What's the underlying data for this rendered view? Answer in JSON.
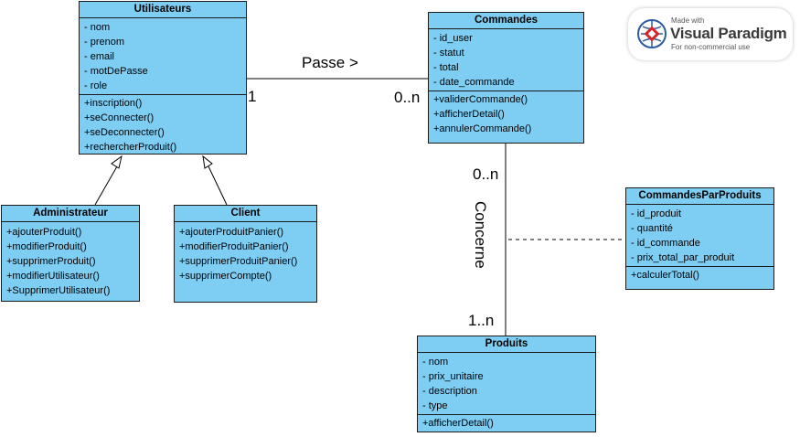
{
  "classes": {
    "utilisateurs": {
      "name": "Utilisateurs",
      "attributes": [
        "- nom",
        "- prenom",
        "- email",
        "- motDePasse",
        "- role"
      ],
      "operations": [
        "+inscription()",
        "+seConnecter()",
        "+seDeconnecter()",
        "+rechercherProduit()"
      ]
    },
    "commandes": {
      "name": "Commandes",
      "attributes": [
        "- id_user",
        "- statut",
        "- total",
        "- date_commande"
      ],
      "operations": [
        "+validerCommande()",
        "+afficherDetail()",
        "+annulerCommande()"
      ]
    },
    "administrateur": {
      "name": "Administrateur",
      "operations": [
        "+ajouterProduit()",
        "+modifierProduit()",
        "+supprimerProduit()",
        "+modifierUtilisateur()",
        "+SupprimerUtilisateur()"
      ]
    },
    "client": {
      "name": "Client",
      "operations": [
        "+ajouterProduitPanier()",
        "+modifierProduitPanier()",
        "+supprimerProduitPanier()",
        "+supprimerCompte()"
      ]
    },
    "commandesParProduits": {
      "name": "CommandesParProduits",
      "attributes": [
        "- id_produit",
        "- quantité",
        "- id_commande",
        "- prix_total_par_produit"
      ],
      "operations": [
        "+calculerTotal()"
      ]
    },
    "produits": {
      "name": "Produits",
      "attributes": [
        "- nom",
        "- prix_unitaire",
        "- description",
        "- type"
      ],
      "operations": [
        "+afficherDetail()"
      ]
    }
  },
  "associations": {
    "passe": {
      "label": "Passe >",
      "mult_from": "1",
      "mult_to": "0..n"
    },
    "concerne": {
      "label": "Concerne",
      "mult_from": "0..n",
      "mult_to": "1..n"
    }
  },
  "watermark": {
    "made_with": "Made with",
    "brand": "Visual Paradigm",
    "note": "For non-commercial use"
  }
}
